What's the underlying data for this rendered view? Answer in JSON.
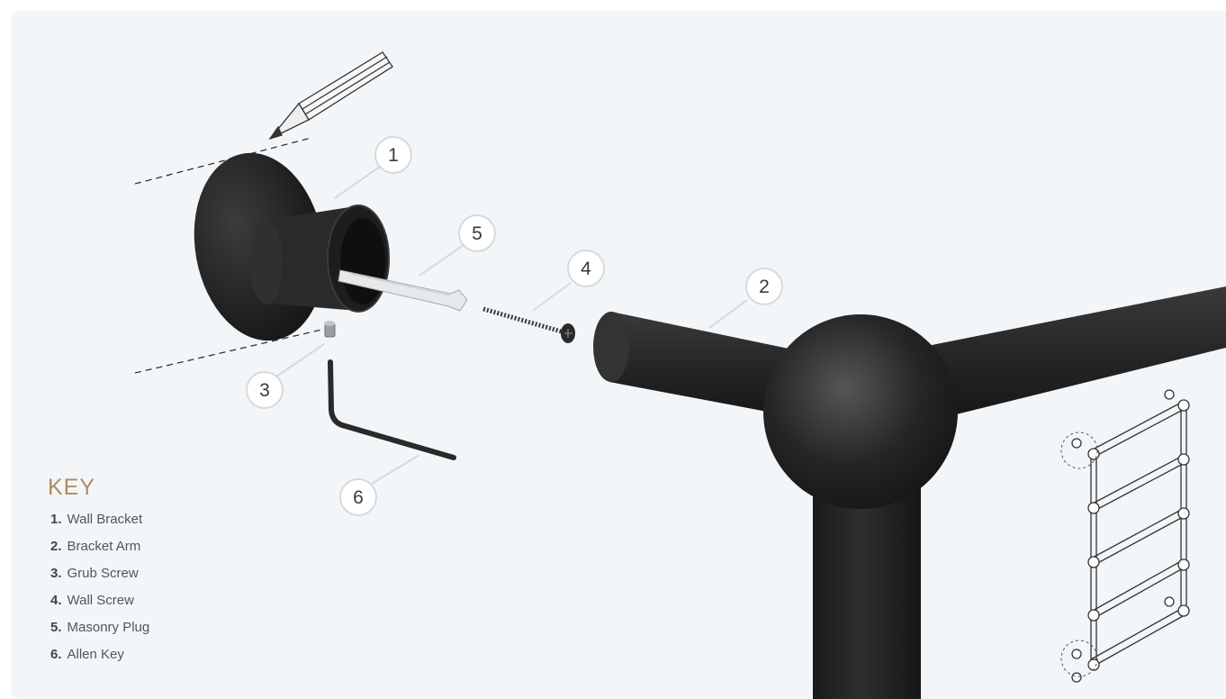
{
  "key": {
    "title": "KEY",
    "items": [
      {
        "number": "1.",
        "label": "Wall Bracket"
      },
      {
        "number": "2.",
        "label": "Bracket Arm"
      },
      {
        "number": "3.",
        "label": "Grub Screw"
      },
      {
        "number": "4.",
        "label": "Wall Screw"
      },
      {
        "number": "5.",
        "label": "Masonry Plug"
      },
      {
        "number": "6.",
        "label": "Allen Key"
      }
    ]
  },
  "callouts": {
    "c1": "1",
    "c2": "2",
    "c3": "3",
    "c4": "4",
    "c5": "5",
    "c6": "6"
  },
  "colors": {
    "finish": "#232323",
    "background": "#f3f6f8",
    "key_title": "#b28a62"
  },
  "icons": [
    "pencil-icon",
    "towel-rail-icon"
  ]
}
